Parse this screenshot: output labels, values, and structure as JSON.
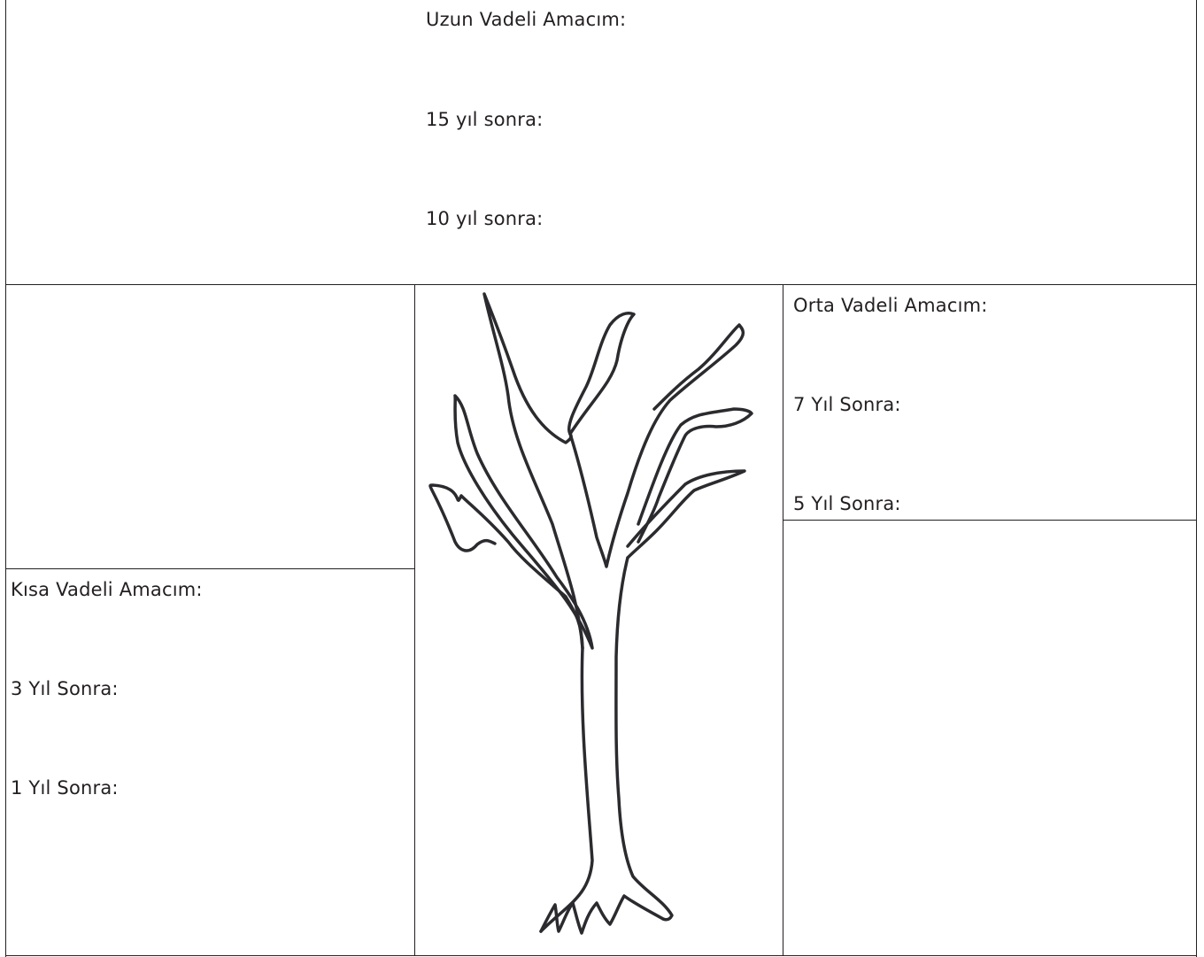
{
  "long_term": {
    "title": "Uzun Vadeli Amacım:",
    "years_15": "15 yıl sonra:",
    "years_10": "10 yıl sonra:"
  },
  "mid_term": {
    "title": "Orta Vadeli Amacım:",
    "years_7": "7 Yıl Sonra:",
    "years_5": "5 Yıl Sonra:"
  },
  "short_term": {
    "title": "Kısa Vadeli Amacım:",
    "years_3": "3 Yıl Sonra:",
    "years_1": "1 Yıl Sonra:"
  },
  "colors": {
    "ink": "#231f20",
    "tree_stroke": "#2b2b2f"
  }
}
